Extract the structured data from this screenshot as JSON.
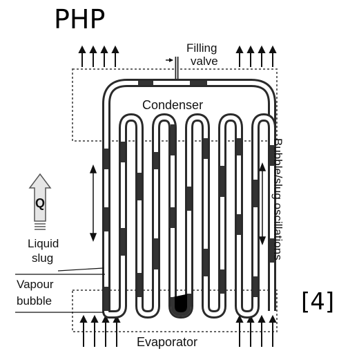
{
  "title": "PHP",
  "reference": "[4]",
  "labels": {
    "filling_valve_line1": "Filling",
    "filling_valve_line2": "valve",
    "condenser": "Condenser",
    "heat": "Q",
    "liquid_slug_line1": "Liquid",
    "liquid_slug_line2": "slug",
    "vapour_bubble_line1": "Vapour",
    "vapour_bubble_line2": "bubble",
    "evaporator": "Evaporator",
    "oscillations": "Bubble/slug oscillations"
  },
  "colors": {
    "tube": "#2a2a2a",
    "slug": "#3a3a3a",
    "zone_border": "#666666",
    "arrow_fill": "#e6e6e6"
  },
  "icons": {
    "heat_arrow": "up-arrow-icon",
    "oscillation_arrow": "double-arrow-icon"
  }
}
